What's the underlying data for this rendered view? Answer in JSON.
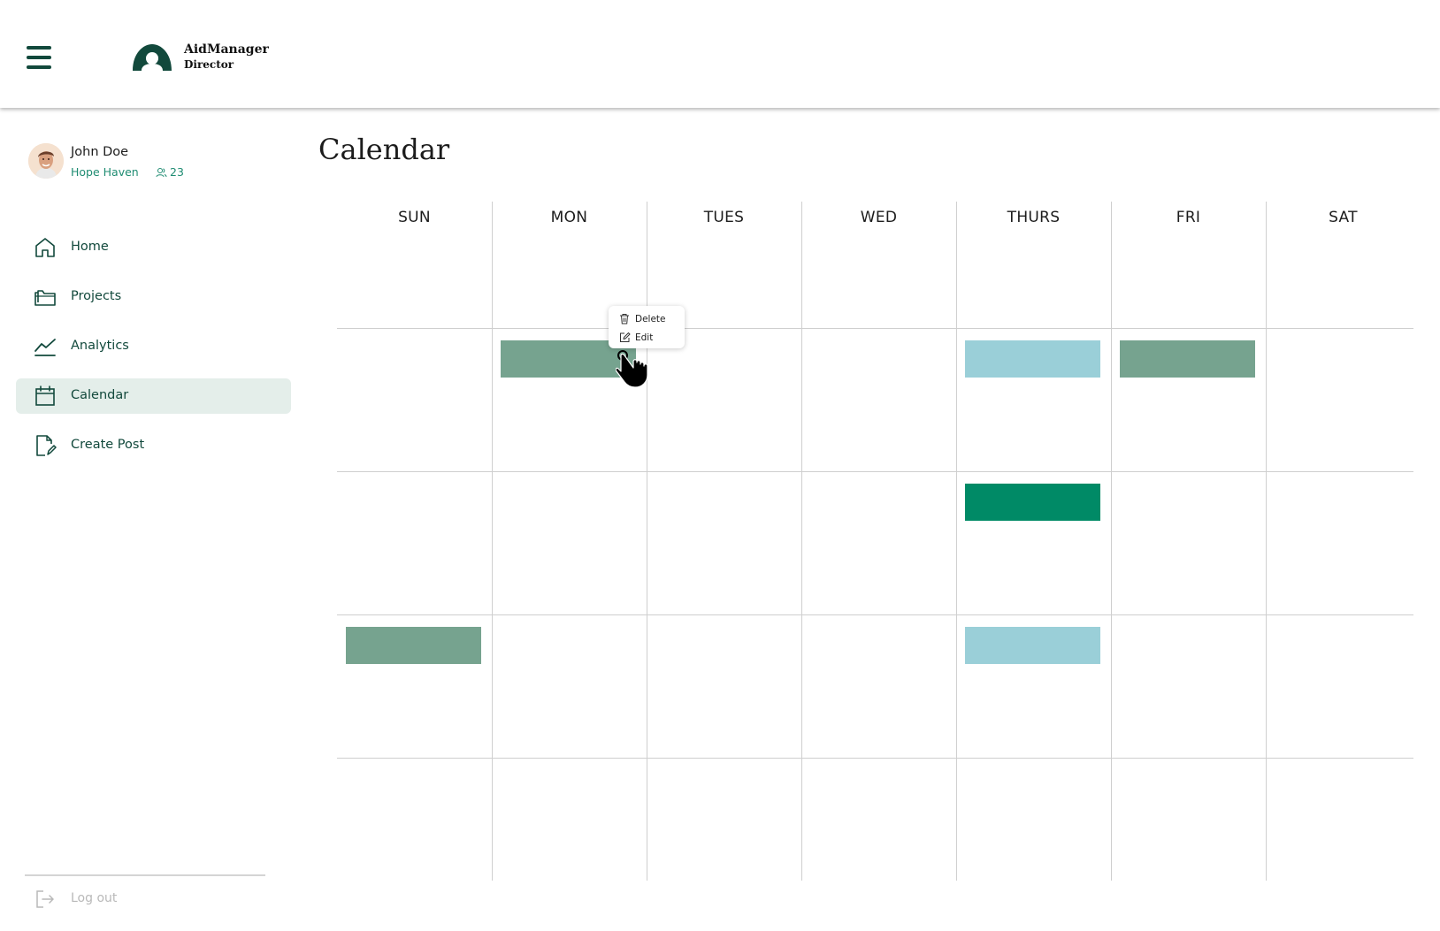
{
  "app": {
    "name": "AidManager",
    "role": "Director"
  },
  "user": {
    "name": "John Doe",
    "organization": "Hope Haven",
    "member_count": "23"
  },
  "nav": {
    "items": [
      {
        "label": "Home",
        "icon": "home-icon",
        "active": false
      },
      {
        "label": "Projects",
        "icon": "folder-icon",
        "active": false
      },
      {
        "label": "Analytics",
        "icon": "chart-line-icon",
        "active": false
      },
      {
        "label": "Calendar",
        "icon": "calendar-icon",
        "active": true
      },
      {
        "label": "Create Post",
        "icon": "edit-document-icon",
        "active": false
      }
    ],
    "logout_label": "Log out"
  },
  "page": {
    "title": "Calendar"
  },
  "calendar": {
    "days": [
      "SUN",
      "MON",
      "TUES",
      "WED",
      "THURS",
      "FRI",
      "SAT"
    ],
    "weeks": 5,
    "events": [
      {
        "day": "MON",
        "week": 2,
        "color": "#76a38f"
      },
      {
        "day": "THURS",
        "week": 2,
        "color": "#9acfd8"
      },
      {
        "day": "FRI",
        "week": 2,
        "color": "#76a38f"
      },
      {
        "day": "THURS",
        "week": 3,
        "color": "#008a66"
      },
      {
        "day": "SUN",
        "week": 4,
        "color": "#76a38f"
      },
      {
        "day": "THURS",
        "week": 4,
        "color": "#9acfd8"
      }
    ]
  },
  "context_menu": {
    "delete_label": "Delete",
    "edit_label": "Edit"
  },
  "colors": {
    "brand": "#12493c",
    "accent": "#1f8c72",
    "active_nav_bg": "#e4eeea",
    "event_green": "#76a38f",
    "event_blue": "#9acfd8",
    "event_dark_green": "#008a66"
  }
}
